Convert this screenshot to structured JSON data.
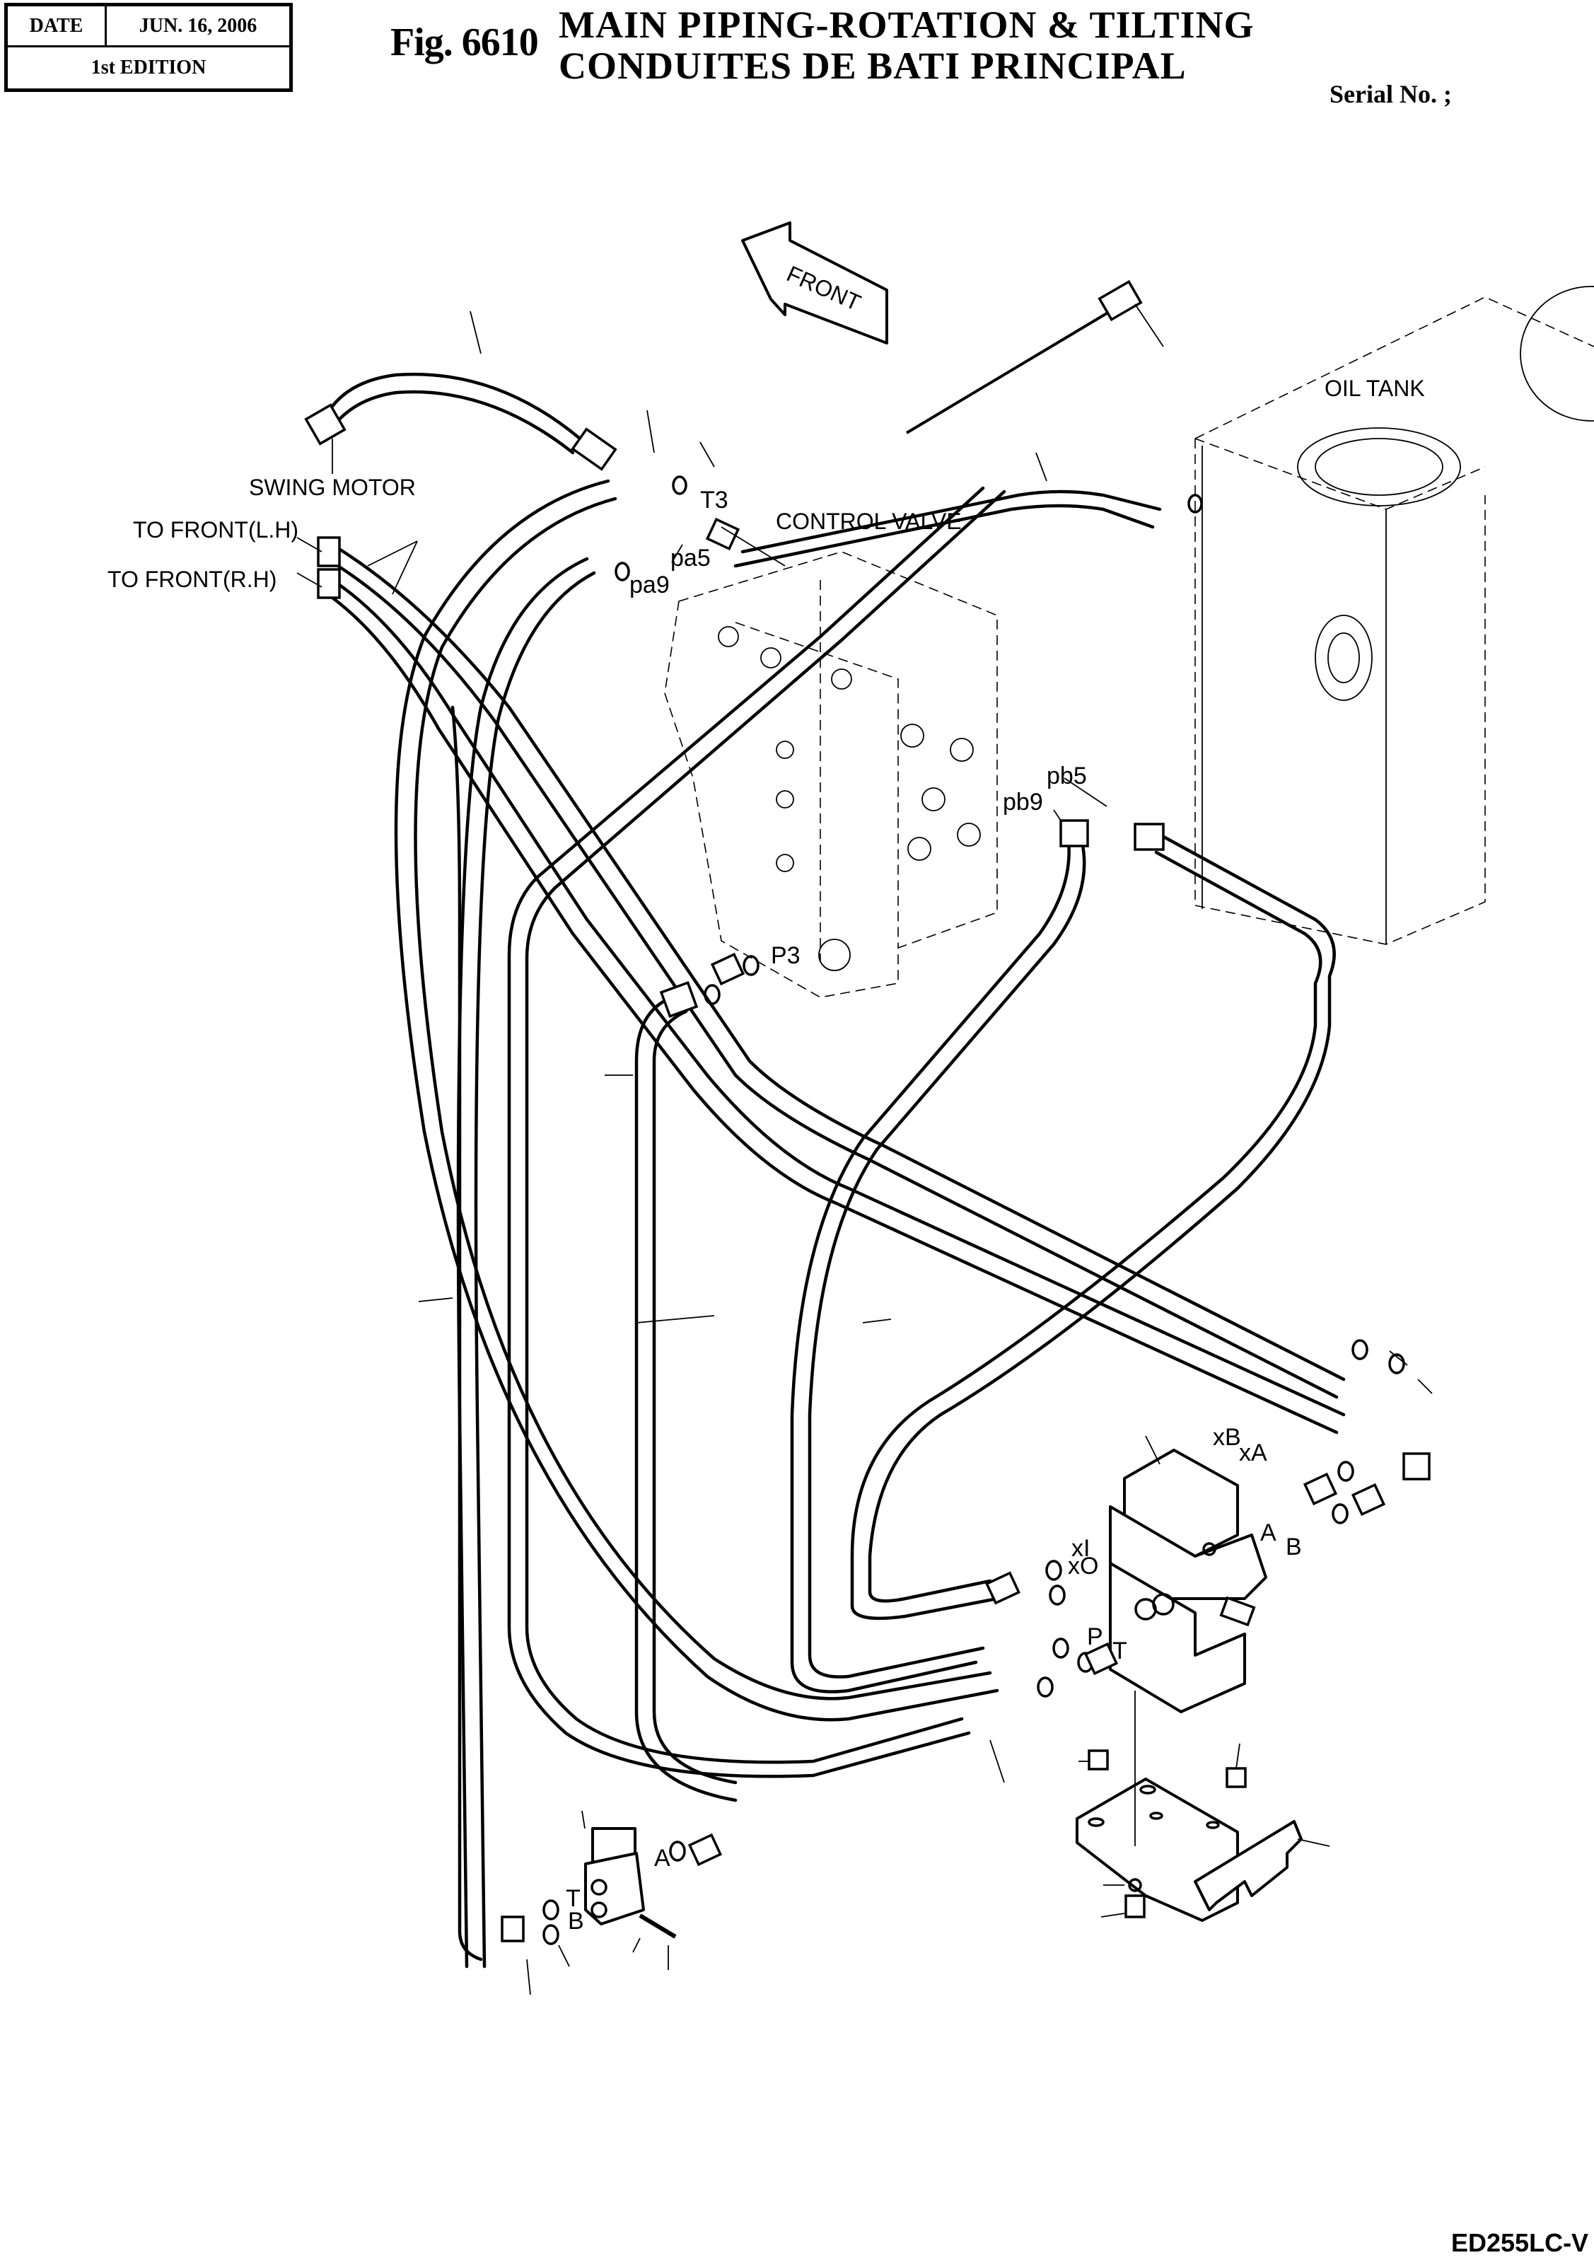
{
  "header": {
    "date_label": "DATE",
    "date_value": "JUN. 16, 2006",
    "edition": "1st EDITION",
    "figure_number": "Fig. 6610",
    "title_en": "MAIN PIPING-ROTATION & TILTING",
    "title_fr": "CONDUITES DE BATI PRINCIPAL",
    "serial_label": "Serial No. ;"
  },
  "footer": {
    "model": "ED255LC-V"
  },
  "diagram": {
    "direction_arrow": "FRONT",
    "component_labels": {
      "swing_motor": "SWING MOTOR",
      "to_front_lh": "TO FRONT(L.H)",
      "to_front_rh": "TO FRONT(R.H)",
      "control_valve": "CONTROL VALVE",
      "oil_tank": "OIL TANK"
    },
    "control_valve_ports": {
      "t3": "T3",
      "pa5": "pa5",
      "pa9": "pa9",
      "pb5": "pb5",
      "pb9": "pb9",
      "p3": "P3"
    },
    "rotation_valve_ports": {
      "xb": "xB",
      "xa": "xA",
      "a": "A",
      "b": "B",
      "xi": "xI",
      "xo": "xO",
      "p": "P",
      "t": "T"
    },
    "solenoid_valve_ports": {
      "a": "A",
      "t": "T",
      "b": "B"
    }
  }
}
